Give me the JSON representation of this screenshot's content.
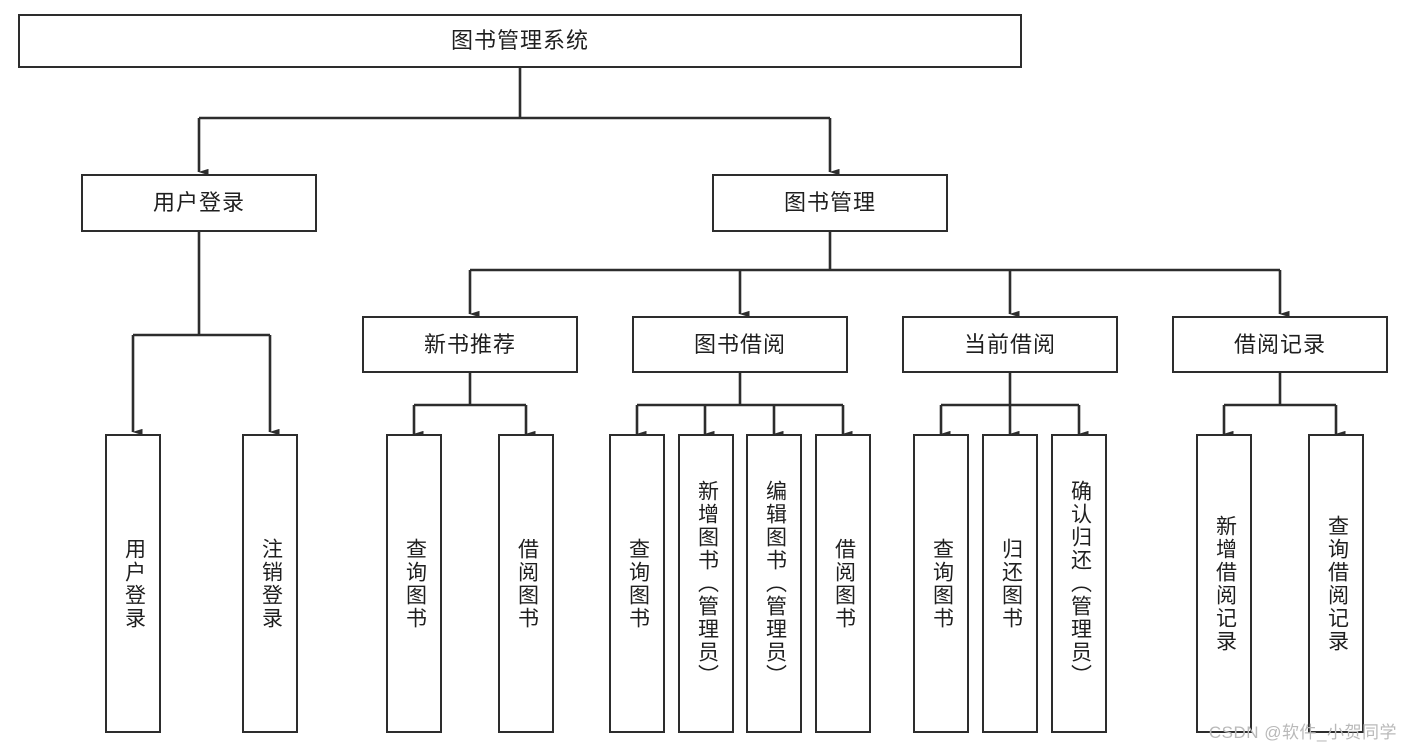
{
  "diagram": {
    "title": "图书管理系统",
    "type": "tree-hierarchy",
    "colors": {
      "background": "#ffffff",
      "line": "#2d2d2d",
      "box_fill": "#ffffff",
      "box_border": "#2d2d2d",
      "text": "#1f1f1f",
      "watermark": "#b9b9b9"
    },
    "root": {
      "label": "图书管理系统"
    },
    "level2": [
      {
        "label": "用户登录"
      },
      {
        "label": "图书管理"
      }
    ],
    "level3": [
      {
        "label": "新书推荐"
      },
      {
        "label": "图书借阅"
      },
      {
        "label": "当前借阅"
      },
      {
        "label": "借阅记录"
      }
    ],
    "leaves": {
      "user_login": [
        {
          "label": "用户登录"
        },
        {
          "label": "注销登录"
        }
      ],
      "new_book_recommend": [
        {
          "label": "查询图书"
        },
        {
          "label": "借阅图书"
        }
      ],
      "book_borrow": [
        {
          "label": "查询图书"
        },
        {
          "label": "新增图书（管理员）"
        },
        {
          "label": "编辑图书（管理员）"
        },
        {
          "label": "借阅图书"
        }
      ],
      "current_borrow": [
        {
          "label": "查询图书"
        },
        {
          "label": "归还图书"
        },
        {
          "label": "确认归还（管理员）"
        }
      ],
      "borrow_records": [
        {
          "label": "新增借阅记录"
        },
        {
          "label": "查询借阅记录"
        }
      ]
    }
  },
  "watermark": {
    "text": "CSDN @软件_小贺同学"
  }
}
